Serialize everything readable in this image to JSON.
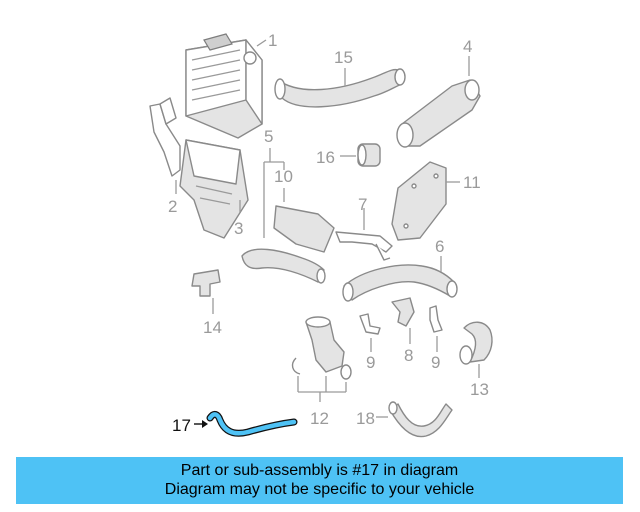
{
  "labels": {
    "l1": "1",
    "l2": "2",
    "l3": "3",
    "l4": "4",
    "l5": "5",
    "l6": "6",
    "l7": "7",
    "l8": "8",
    "l9a": "9",
    "l9b": "9",
    "l10": "10",
    "l11": "11",
    "l12": "12",
    "l13": "13",
    "l14": "14",
    "l15": "15",
    "l16": "16",
    "l17": "17",
    "l18": "18"
  },
  "highlight_color": "#4ec2f5",
  "banner": {
    "line1": "Part or sub-assembly is #17 in diagram",
    "line2": "Diagram may not be specific to your vehicle"
  }
}
